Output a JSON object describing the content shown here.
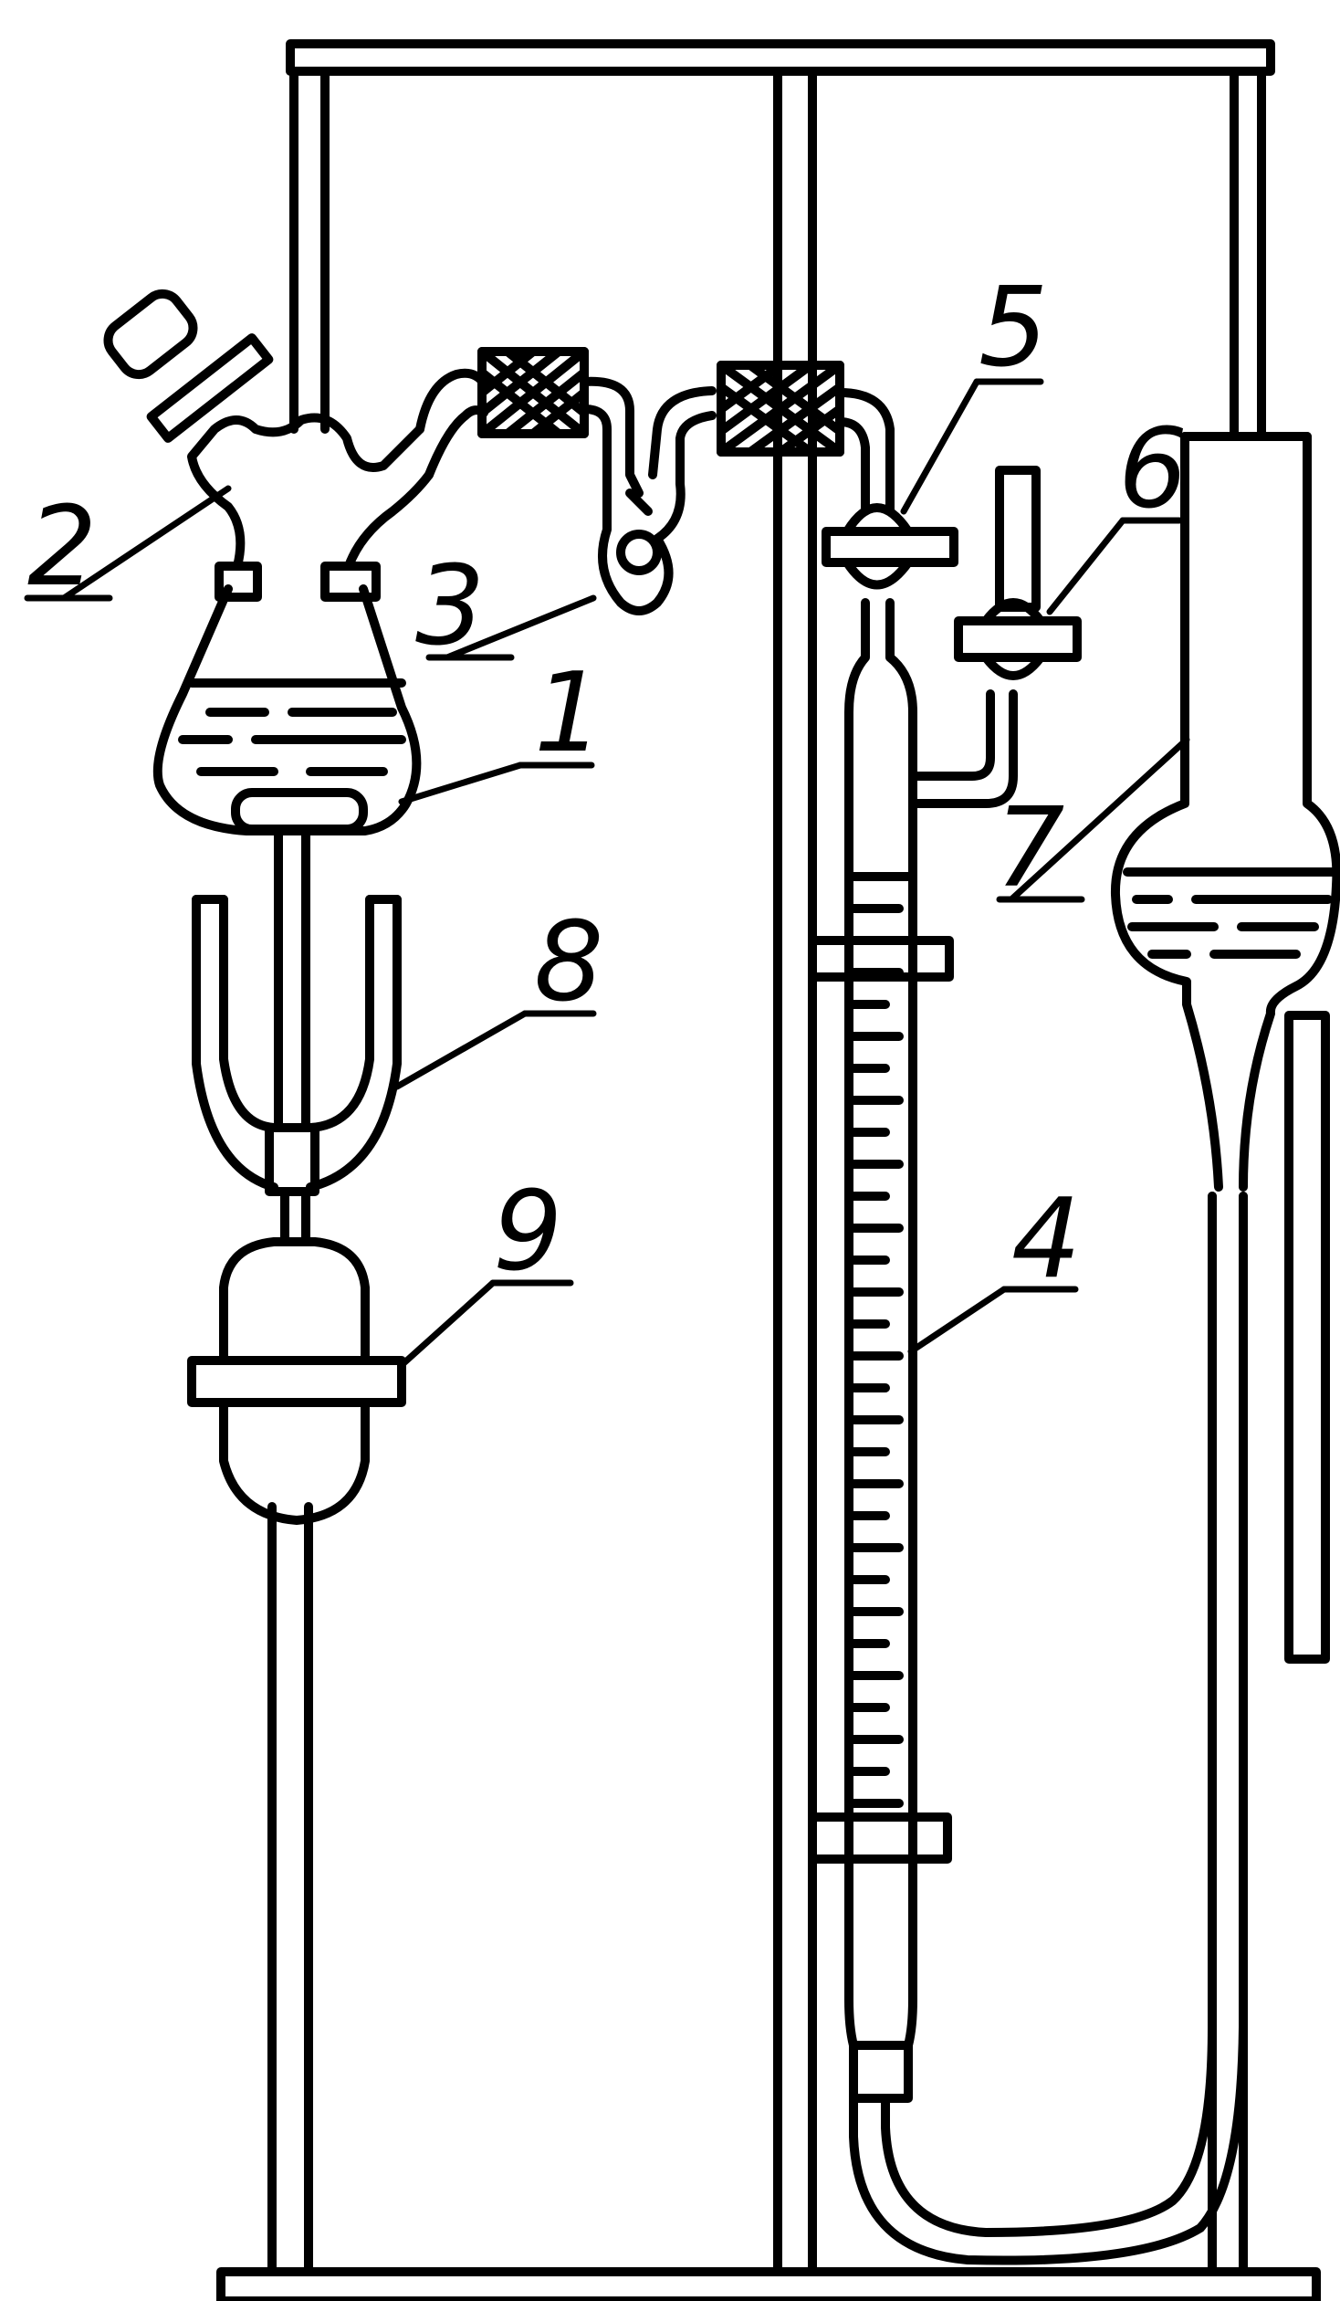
{
  "diagram": {
    "callouts": [
      "1",
      "2",
      "3",
      "4",
      "5",
      "6",
      "7",
      "8",
      "9"
    ]
  },
  "colors": {
    "line": "#000000",
    "background": "#ffffff"
  }
}
